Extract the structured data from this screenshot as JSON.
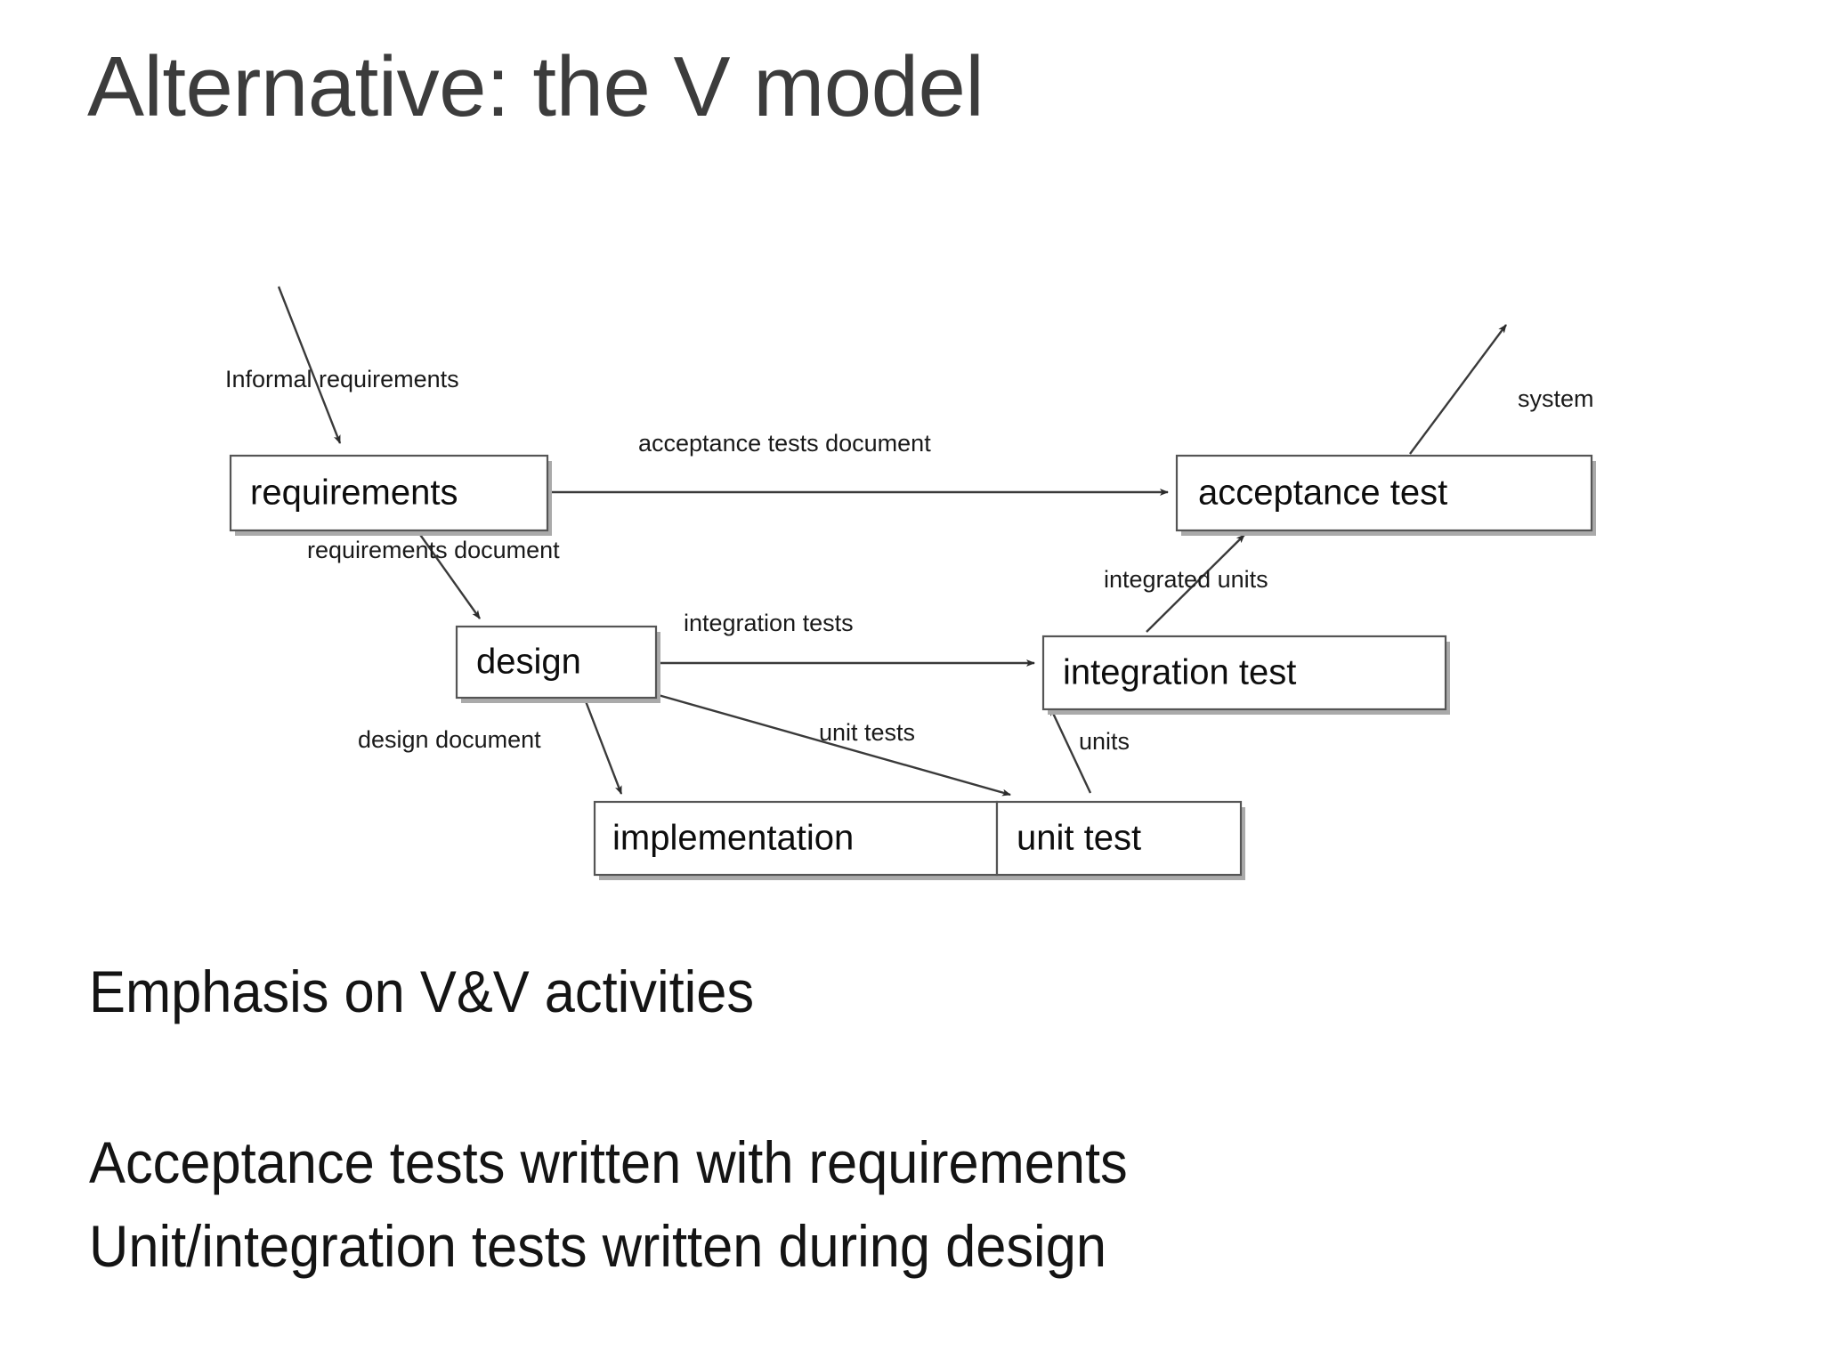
{
  "slide": {
    "title": "Alternative: the V model",
    "title_color": "#3c3c3c",
    "background_color": "#ffffff",
    "body_lines": [
      "Emphasis on V&V activities",
      "Acceptance tests written with requirements",
      "Unit/integration tests written during design"
    ]
  },
  "diagram": {
    "type": "v-model-flow",
    "boxes": [
      {
        "id": "requirements",
        "label": "requirements"
      },
      {
        "id": "acceptance-test",
        "label": "acceptance test"
      },
      {
        "id": "design",
        "label": "design"
      },
      {
        "id": "integration-test",
        "label": "integration test"
      },
      {
        "id": "implementation",
        "label": "implementation"
      },
      {
        "id": "unit-test",
        "label": "unit test"
      }
    ],
    "edge_labels": [
      {
        "id": "informal-requirements",
        "text": "Informal requirements"
      },
      {
        "id": "acceptance-tests-document",
        "text": "acceptance tests document"
      },
      {
        "id": "system",
        "text": "system"
      },
      {
        "id": "requirements-document",
        "text": "requirements document"
      },
      {
        "id": "integrated-units",
        "text": "integrated units"
      },
      {
        "id": "integration-tests",
        "text": "integration tests"
      },
      {
        "id": "design-document",
        "text": "design document"
      },
      {
        "id": "unit-tests",
        "text": "unit tests"
      },
      {
        "id": "units",
        "text": "units"
      }
    ],
    "edges": [
      {
        "from": "external",
        "to": "requirements",
        "label": "Informal requirements"
      },
      {
        "from": "requirements",
        "to": "acceptance-test",
        "label": "acceptance tests document"
      },
      {
        "from": "acceptance-test",
        "to": "external",
        "label": "system"
      },
      {
        "from": "requirements",
        "to": "design",
        "label": "requirements document"
      },
      {
        "from": "integration-test",
        "to": "acceptance-test",
        "label": "integrated units"
      },
      {
        "from": "design",
        "to": "integration-test",
        "label": "integration tests"
      },
      {
        "from": "design",
        "to": "implementation",
        "label": "design document"
      },
      {
        "from": "design",
        "to": "unit-test",
        "label": "unit tests"
      },
      {
        "from": "unit-test",
        "to": "integration-test",
        "label": "units"
      }
    ],
    "line_color": "#3a3a3a",
    "box_stroke_color": "#555555",
    "box_fill_color": "#ffffff"
  }
}
